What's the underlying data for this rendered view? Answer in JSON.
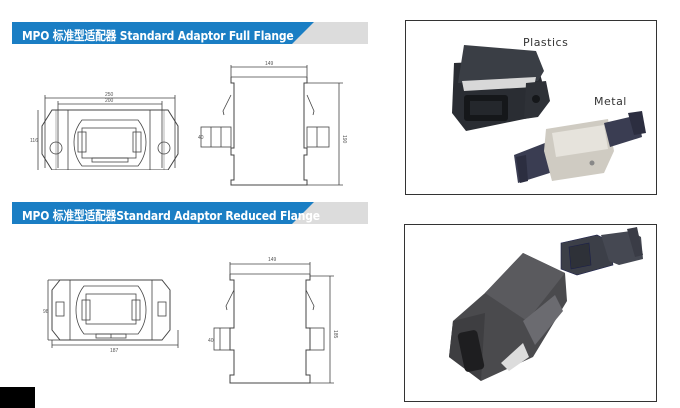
{
  "sections": [
    {
      "title": "MPO 标准型适配器 Standard Adaptor Full Flange",
      "front_view": {
        "dims": {
          "outer_width": "250",
          "inner_width": "200",
          "height": "116"
        }
      },
      "side_view": {
        "dims": {
          "top_width": "149",
          "height": "190",
          "ear": "40"
        }
      }
    },
    {
      "title": "MPO 标准型适配器Standard Adaptor Reduced Flange",
      "front_view": {
        "dims": {
          "bottom_width": "187",
          "height": "98"
        }
      },
      "side_view": {
        "dims": {
          "top_width": "149",
          "height": "185",
          "ear": "40"
        }
      }
    }
  ],
  "photos": [
    {
      "labels": {
        "plastics": "Plastics",
        "metal": "Metal"
      }
    },
    {
      "description": "exploded MPO adaptor with dust cap"
    }
  ],
  "colors": {
    "banner_blue": "#1a7ec4",
    "banner_gray": "#dcdcdc",
    "frame": "#333333"
  }
}
